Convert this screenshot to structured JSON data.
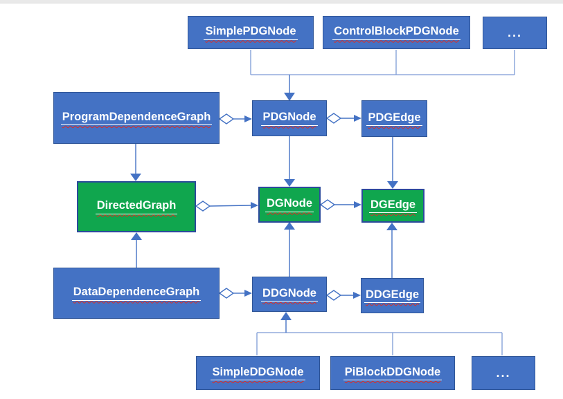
{
  "diagram": {
    "kind": "uml-class-diagram",
    "colors": {
      "node_blue": "#4472c4",
      "node_blue_border": "#2f5597",
      "node_green": "#10a64e",
      "node_green_border": "#2b4a9b",
      "connector": "#4472c4",
      "connector_light": "#7d9ad5",
      "label_text": "#ffffff",
      "spellcheck_wavy": "#e02b20"
    },
    "nodes": [
      {
        "id": "SimplePDGNode",
        "label": "SimplePDGNode",
        "color": "blue"
      },
      {
        "id": "ControlBlockPDGNode",
        "label": "ControlBlockPDGNode",
        "color": "blue"
      },
      {
        "id": "pdg-ellipsis",
        "label": "...",
        "color": "blue"
      },
      {
        "id": "ProgramDependenceGraph",
        "label": "ProgramDependenceGraph",
        "color": "blue"
      },
      {
        "id": "PDGNode",
        "label": "PDGNode",
        "color": "blue"
      },
      {
        "id": "PDGEdge",
        "label": "PDGEdge",
        "color": "blue"
      },
      {
        "id": "DirectedGraph",
        "label": "DirectedGraph",
        "color": "green"
      },
      {
        "id": "DGNode",
        "label": "DGNode",
        "color": "green"
      },
      {
        "id": "DGEdge",
        "label": "DGEdge",
        "color": "green"
      },
      {
        "id": "DataDependenceGraph",
        "label": "DataDependenceGraph",
        "color": "blue"
      },
      {
        "id": "DDGNode",
        "label": "DDGNode",
        "color": "blue"
      },
      {
        "id": "DDGEdge",
        "label": "DDGEdge",
        "color": "blue"
      },
      {
        "id": "SimpleDDGNode",
        "label": "SimpleDDGNode",
        "color": "blue"
      },
      {
        "id": "PiBlockDDGNode",
        "label": "PiBlockDDGNode",
        "color": "blue"
      },
      {
        "id": "ddg-ellipsis",
        "label": "...",
        "color": "blue"
      }
    ],
    "edges": [
      {
        "sources": [
          "SimplePDGNode",
          "ControlBlockPDGNode",
          "..."
        ],
        "target": "PDGNode",
        "type": "merged-arrow"
      },
      {
        "source": "ProgramDependenceGraph",
        "target": "PDGNode",
        "type": "aggregation-arrow"
      },
      {
        "source": "PDGNode",
        "target": "PDGEdge",
        "type": "aggregation-arrow"
      },
      {
        "source": "ProgramDependenceGraph",
        "target": "DirectedGraph",
        "type": "arrow"
      },
      {
        "source": "PDGNode",
        "target": "DGNode",
        "type": "arrow"
      },
      {
        "source": "PDGEdge",
        "target": "DGEdge",
        "type": "arrow"
      },
      {
        "source": "DirectedGraph",
        "target": "DGNode",
        "type": "aggregation-arrow"
      },
      {
        "source": "DGNode",
        "target": "DGEdge",
        "type": "aggregation-arrow"
      },
      {
        "source": "DataDependenceGraph",
        "target": "DirectedGraph",
        "type": "arrow"
      },
      {
        "source": "DDGNode",
        "target": "DGNode",
        "type": "arrow"
      },
      {
        "source": "DDGEdge",
        "target": "DGEdge",
        "type": "arrow"
      },
      {
        "source": "DataDependenceGraph",
        "target": "DDGNode",
        "type": "aggregation-arrow"
      },
      {
        "source": "DDGNode",
        "target": "DDGEdge",
        "type": "aggregation-arrow"
      },
      {
        "sources": [
          "SimpleDDGNode",
          "PiBlockDDGNode",
          "..."
        ],
        "target": "DDGNode",
        "type": "merged-arrow"
      }
    ]
  }
}
